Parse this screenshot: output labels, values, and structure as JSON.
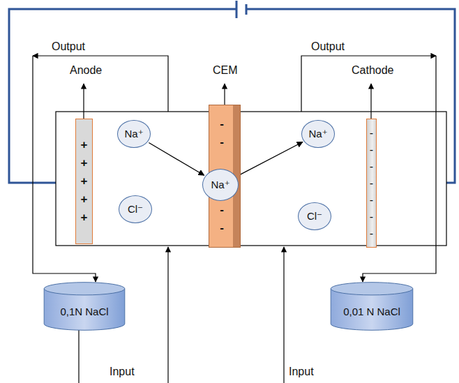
{
  "diagram": {
    "nodes": [
      {
        "text": [
          "+ + + + +"
        ]
      },
      {
        "text": [
          "Na⁺"
        ]
      },
      {
        "text": [
          "Cl⁻"
        ]
      },
      {
        "text": [
          "- -",
          "- -"
        ]
      },
      {
        "text": [
          "Na⁺"
        ]
      },
      {
        "text": [
          "Na⁺"
        ]
      },
      {
        "text": [
          "Cl⁻"
        ]
      },
      {
        "text": [
          "- - - - - - -"
        ]
      },
      {
        "text": [
          "0,1N NaCl"
        ]
      },
      {
        "text": [
          "0,01 N NaCl"
        ]
      }
    ],
    "edges": [
      {
        "from": 1,
        "to": 4,
        "arrow": "to"
      },
      {
        "from": 4,
        "to": 5,
        "arrow": "to"
      }
    ],
    "labels": [
      "Output",
      "Output",
      "Anode",
      "CEM",
      "Cathode",
      "Input",
      "Input"
    ]
  }
}
